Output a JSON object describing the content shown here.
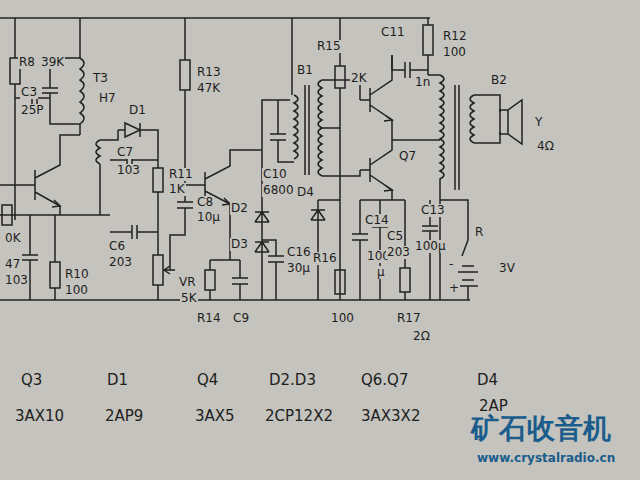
{
  "diagram": {
    "labels": [
      "R8",
      "39K",
      "C3",
      "25P",
      "T3",
      "H7",
      "D1",
      "R13",
      "47K",
      "C7",
      "103",
      "R11",
      "1K",
      "C8",
      "10μ",
      "C6",
      "203",
      "VR",
      "5K",
      "C10",
      "6800",
      "B1",
      "R15",
      "2K",
      "C11",
      "1n",
      "R12",
      "100",
      "B2",
      "Y",
      "4Ω",
      "D2",
      "D3",
      "C16",
      "30μ",
      "D4",
      "R16",
      "100",
      "C14",
      "100",
      "μ",
      "C5",
      "203",
      "Q7",
      "C13",
      "100μ",
      "R",
      "-",
      "+",
      "3V",
      "R17",
      "2Ω",
      "R14",
      "C9",
      "0K",
      "47",
      "103",
      "R10",
      "100",
      "Q3",
      "3AX10",
      "D1",
      "2AP9",
      "Q4",
      "3AX5",
      "D2.D3",
      "2CP12X2",
      "Q6.Q7",
      "3AX3X2",
      "D4",
      "2AP",
      "矿石收音机",
      "www.crystalradio.cn"
    ]
  }
}
